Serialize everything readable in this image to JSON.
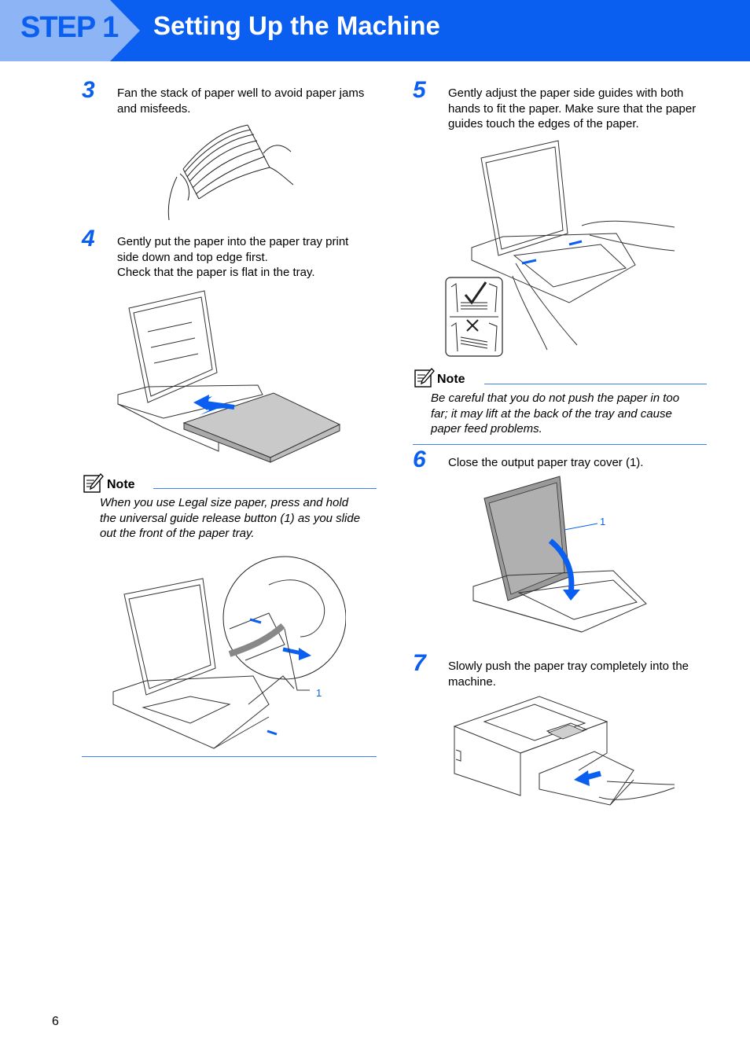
{
  "header": {
    "step_label": "STEP 1",
    "title": "Setting Up the Machine"
  },
  "steps": {
    "s3": {
      "num": "3",
      "lines": [
        "Fan the stack of paper well to avoid paper jams",
        "and misfeeds."
      ]
    },
    "s4": {
      "num": "4",
      "lines": [
        "Gently put the paper into the paper tray print",
        "side down and top edge first.",
        "Check that the paper is flat in the tray."
      ]
    },
    "s5": {
      "num": "5",
      "lines": [
        "Gently adjust the paper side guides with both",
        "hands to fit the paper. Make sure that the paper",
        "guides touch the edges of the paper."
      ]
    },
    "s6": {
      "num": "6",
      "lines": [
        "Close the output paper tray cover (1)."
      ]
    },
    "s7": {
      "num": "7",
      "lines": [
        "Slowly push the paper tray completely into the",
        "machine."
      ]
    }
  },
  "notes": {
    "left": {
      "label": "Note",
      "lines": [
        "When you use Legal size paper, press and hold",
        "the universal guide release button (1) as you slide",
        "out the front of the paper tray."
      ]
    },
    "right": {
      "label": "Note",
      "lines": [
        "Be careful that you do not push the paper in too",
        "far; it may lift at the back of the tray and cause",
        "paper feed problems."
      ]
    }
  },
  "callouts": {
    "left_release_button": "1",
    "output_cover": "1"
  },
  "icons": {
    "note": "note-pencil-icon",
    "ok": "check-mark-icon",
    "ng": "cross-mark-icon"
  },
  "colors": {
    "brand_blue": "#0a5ff0",
    "tab_light_blue": "#8db4f5",
    "rule_blue": "#3d7ef0"
  },
  "page_number": "6"
}
